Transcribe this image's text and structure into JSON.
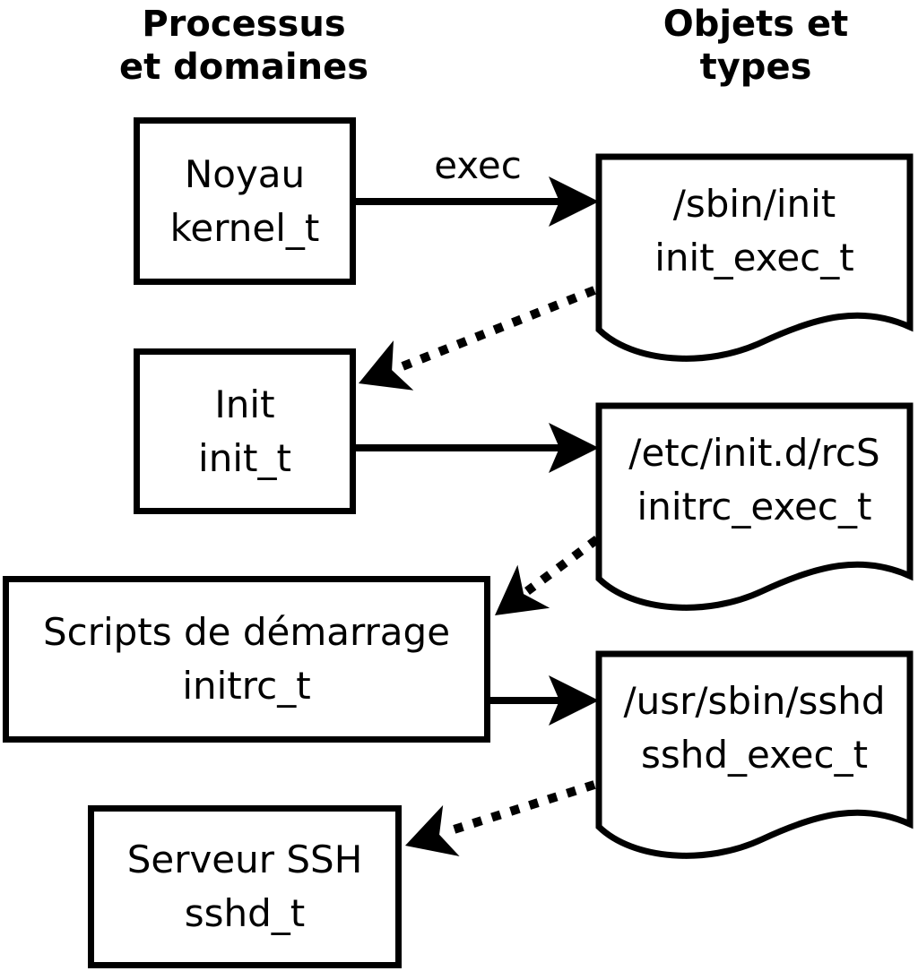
{
  "headers": {
    "left": {
      "line1": "Processus",
      "line2": "et domaines"
    },
    "right": {
      "line1": "Objets et",
      "line2": "types"
    }
  },
  "process_boxes": [
    {
      "name": "Noyau",
      "type": "kernel_t"
    },
    {
      "name": "Init",
      "type": "init_t"
    },
    {
      "name": "Scripts de démarrage",
      "type": "initrc_t"
    },
    {
      "name": "Serveur SSH",
      "type": "sshd_t"
    }
  ],
  "object_docs": [
    {
      "path": "/sbin/init",
      "type": "init_exec_t"
    },
    {
      "path": "/etc/init.d/rcS",
      "type": "initrc_exec_t"
    },
    {
      "path": "/usr/sbin/sshd",
      "type": "sshd_exec_t"
    }
  ],
  "arrows": {
    "exec_label": "exec",
    "solid": [
      {
        "from": "kernel_t",
        "to": "init_exec_t",
        "label": "exec"
      },
      {
        "from": "init_t",
        "to": "initrc_exec_t",
        "label": ""
      },
      {
        "from": "initrc_t",
        "to": "sshd_exec_t",
        "label": ""
      }
    ],
    "dotted": [
      {
        "from": "init_exec_t",
        "to": "init_t"
      },
      {
        "from": "initrc_exec_t",
        "to": "initrc_t"
      },
      {
        "from": "sshd_exec_t",
        "to": "sshd_t"
      }
    ]
  },
  "colors": {
    "ink": "#000000",
    "background": "#ffffff"
  }
}
